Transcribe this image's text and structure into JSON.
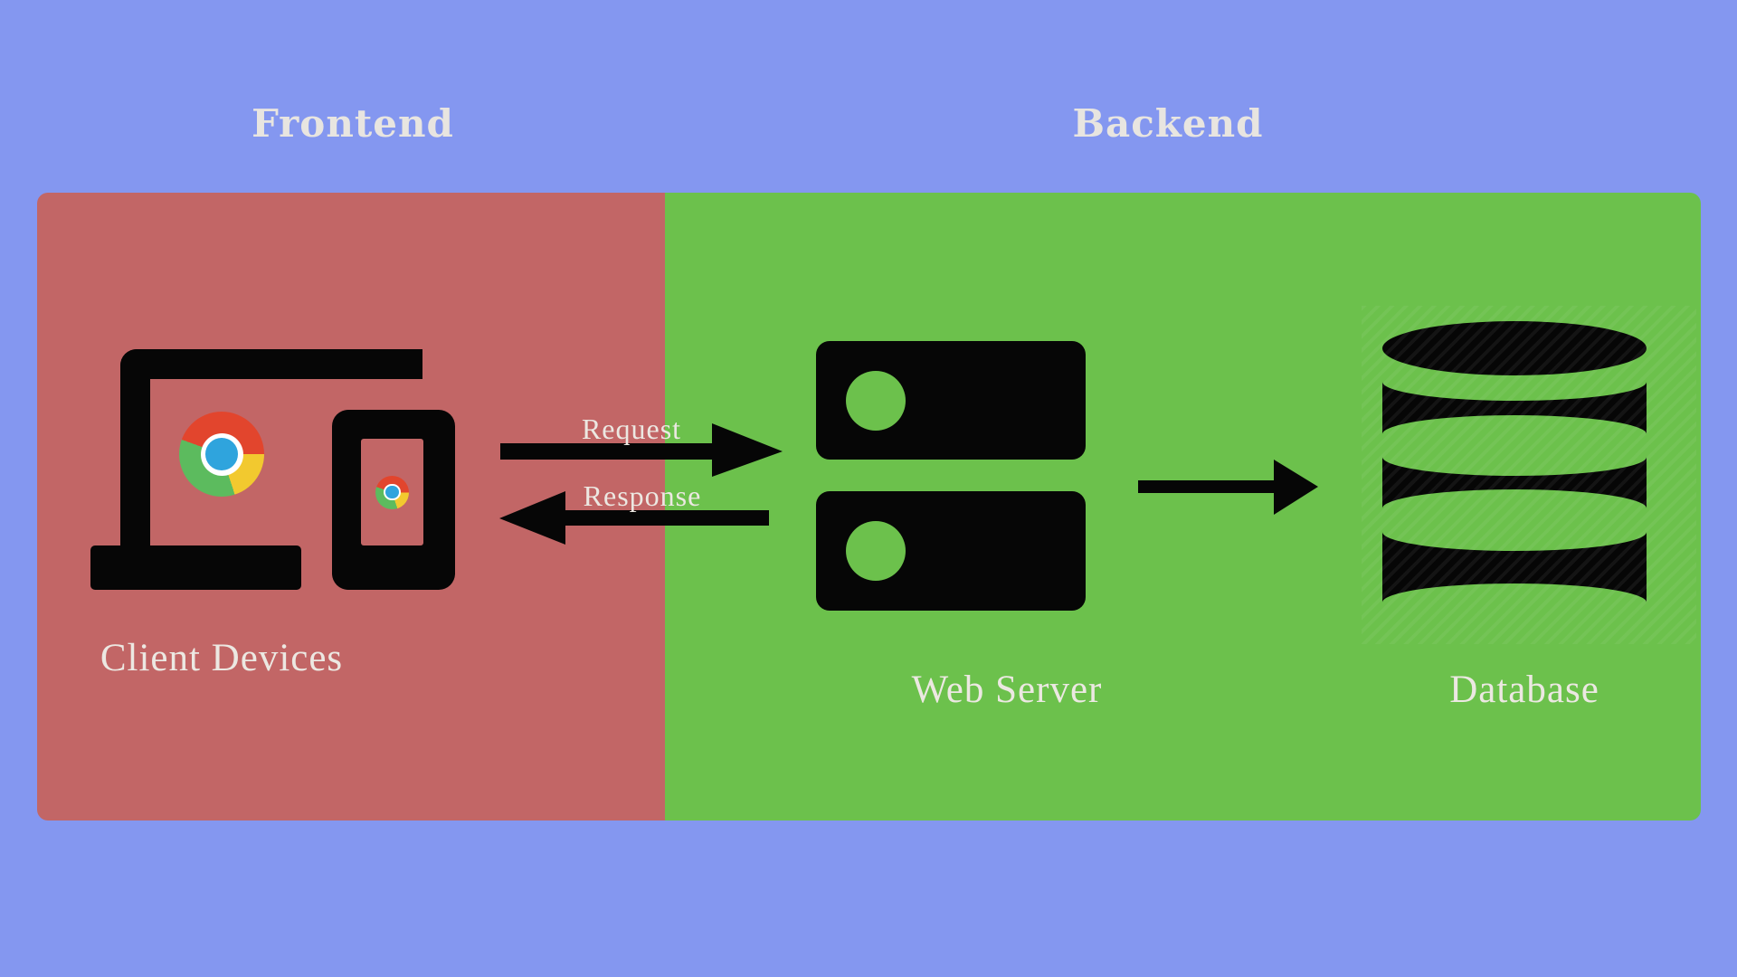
{
  "sections": {
    "frontend": {
      "label": "Frontend"
    },
    "backend": {
      "label": "Backend"
    }
  },
  "nodes": {
    "client_devices": {
      "label": "Client Devices",
      "icon": "laptop-and-phone-with-chrome-browser"
    },
    "web_server": {
      "label": "Web Server",
      "icon": "server-stack"
    },
    "database": {
      "label": "Database",
      "icon": "database-cylinder"
    }
  },
  "arrows": {
    "request": {
      "label": "Request",
      "direction": "client-to-server"
    },
    "response": {
      "label": "Response",
      "direction": "server-to-client"
    },
    "server_to_database": {
      "label": "",
      "direction": "server-to-database"
    }
  },
  "colors": {
    "background": "#8497F0",
    "frontend_panel": "#C26666",
    "backend_panel": "#6CC14C",
    "heading_text": "#E8E5E0",
    "label_text": "#ECE8E2",
    "icon_black": "#060606",
    "chrome_red": "#E2452D",
    "chrome_yellow": "#F2C92F",
    "chrome_green": "#5CBB5E",
    "chrome_blue": "#2FA4DD",
    "chrome_white": "#FFFFFF"
  }
}
